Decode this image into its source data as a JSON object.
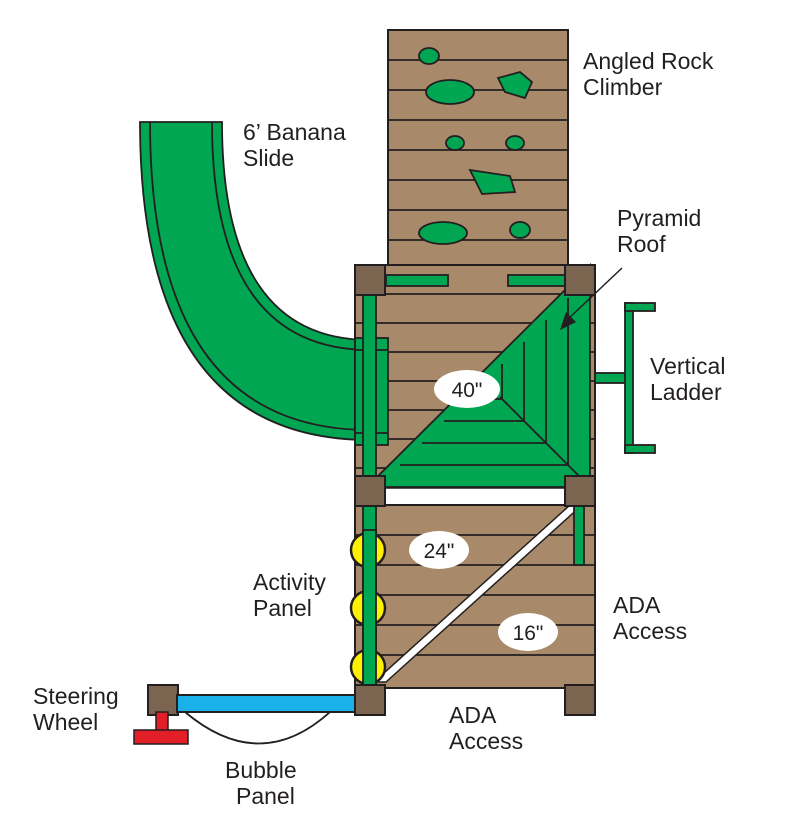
{
  "labels": {
    "rock_climber": [
      "Angled Rock",
      "Climber"
    ],
    "banana_slide": [
      "6’ Banana",
      "Slide"
    ],
    "pyramid_roof": [
      "Pyramid",
      "Roof"
    ],
    "vertical_ladder": [
      "Vertical",
      "Ladder"
    ],
    "activity_panel": [
      "Activity",
      "Panel"
    ],
    "ada_access_right": [
      "ADA",
      "Access"
    ],
    "ada_access_bottom": [
      "ADA",
      "Access"
    ],
    "steering_wheel": [
      "Steering",
      "Wheel"
    ],
    "bubble_panel": [
      "Bubble",
      "Panel"
    ]
  },
  "dimensions": {
    "roof_deck": "40\"",
    "upper_deck": "24\"",
    "lower_deck": "16\""
  },
  "colors": {
    "wood": "#a88a6a",
    "post": "#7b6550",
    "green": "#00a651",
    "yellow": "#fff200",
    "blue": "#1ab0e8",
    "red": "#e21e26"
  }
}
